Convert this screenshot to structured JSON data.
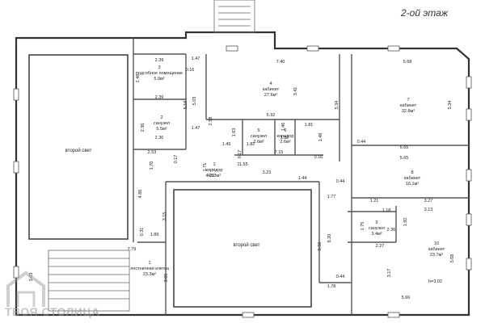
{
  "floor_title": "2-ой этаж",
  "watermark": "ТВОЯ СТОЛИЦА",
  "rooms": [
    {
      "id": "r1",
      "number": "1",
      "name": "лестничная клетка",
      "area": "23.3м²"
    },
    {
      "id": "r1b",
      "number": "1",
      "name": "коридор",
      "area": "43.3м²"
    },
    {
      "id": "r2",
      "number": "2",
      "name": "санузел",
      "area": "5.5м²"
    },
    {
      "id": "r3",
      "number": "3",
      "name": "подсобное помещение",
      "area": "5.9м²"
    },
    {
      "id": "r4",
      "number": "4",
      "name": "кабинет",
      "area": "27.6м²"
    },
    {
      "id": "r5",
      "number": "5",
      "name": "санузел",
      "area": "2.6м²"
    },
    {
      "id": "r6",
      "number": "6",
      "name": "коридор",
      "area": "2.6м²"
    },
    {
      "id": "r7",
      "number": "7",
      "name": "кабинет",
      "area": "32.8м²"
    },
    {
      "id": "r8",
      "number": "8",
      "name": "кабинет",
      "area": "16.1м²"
    },
    {
      "id": "r9",
      "number": "9",
      "name": "санузел",
      "area": "3.4м²"
    },
    {
      "id": "r10",
      "number": "10",
      "name": "кабинет",
      "area": "23.7м²"
    }
  ],
  "light_wells": [
    "второй свет",
    "второй свет"
  ],
  "ceiling_height": "h=3.02",
  "dimensions": [
    "2.39",
    "1.47",
    "7.40",
    "5.68",
    "0.16",
    "2.48",
    "2.39",
    "5.19",
    "5.03",
    "3.41",
    "2.36",
    "2.36",
    "2.53",
    "1.47",
    "2.58",
    "5.92",
    "5.34",
    "5.34",
    "1.63",
    "1.46",
    "1.81",
    "1.49",
    "1.82",
    "1.82",
    "1.48",
    "0.17",
    "0.44",
    "5.65",
    "7.15",
    "0.16",
    "5.65",
    "1.70",
    "0.17",
    "1.71",
    "11.55",
    "4.19",
    "3.23",
    "1.44",
    "4.86",
    "0.44",
    "1.77",
    "1.21",
    "3.27",
    "1.18",
    "3.13",
    "3.15",
    "0.31",
    "1.89",
    "1.75",
    "2.36",
    "1.92",
    "8.20",
    "7.79",
    "6.50",
    "2.27",
    "5.08",
    "3.03",
    "3.05",
    "3.17",
    "0.44",
    "1.78",
    "5.66"
  ]
}
